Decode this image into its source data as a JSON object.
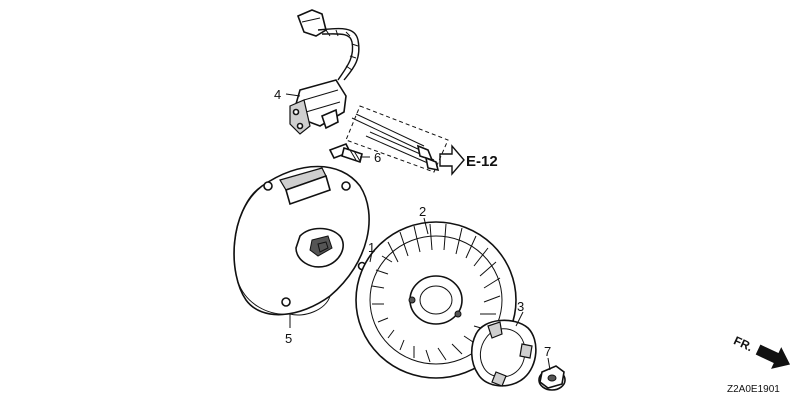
{
  "callouts": {
    "c1": "1",
    "c2": "2",
    "c3": "3",
    "c4": "4",
    "c5": "5",
    "c6": "6",
    "c7": "7"
  },
  "reference": {
    "label": "E-12"
  },
  "direction": {
    "label": "FR."
  },
  "diagram_code": "Z2A0E1901",
  "icons": {
    "front_arrow": "arrow-right-icon",
    "reference_arrow": "outline-arrow-icon"
  }
}
